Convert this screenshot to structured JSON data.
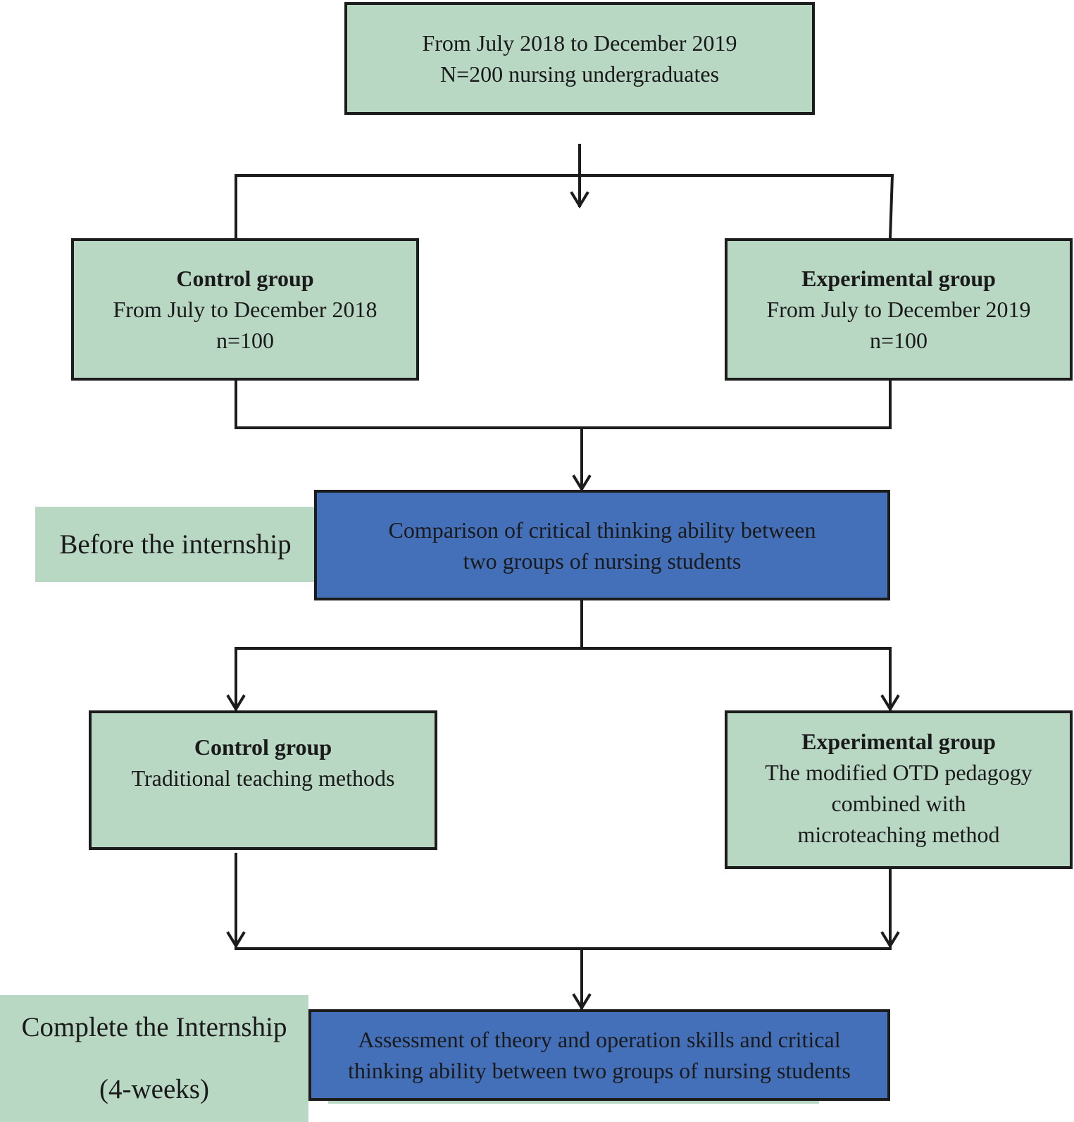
{
  "colors": {
    "box_green": "#b9d8c4",
    "box_blue": "#4370b9",
    "stroke": "#1c1c1c"
  },
  "top": {
    "line1": "From July 2018 to December 2019",
    "line2": "N=200 nursing undergraduates"
  },
  "control_group_1": {
    "title": "Control group",
    "line1": "From July to December 2018",
    "line2": "n=100"
  },
  "experimental_group_1": {
    "title": "Experimental group",
    "line1": "From July to December 2019",
    "line2": "n=100"
  },
  "before_label": "Before the internship",
  "comparison": {
    "line1": "Comparison of critical thinking ability between",
    "line2": "two groups of nursing students"
  },
  "control_group_2": {
    "title": "Control group",
    "line1": "Traditional teaching methods"
  },
  "experimental_group_2": {
    "title": "Experimental group",
    "line1": "The modified OTD pedagogy",
    "line2": "combined with",
    "line3": "microteaching method"
  },
  "complete_label": {
    "line1": "Complete the Internship",
    "line2": "(4-weeks)"
  },
  "assessment": {
    "line1": "Assessment of theory and operation skills and critical",
    "line2": "thinking ability between two groups of nursing students"
  }
}
